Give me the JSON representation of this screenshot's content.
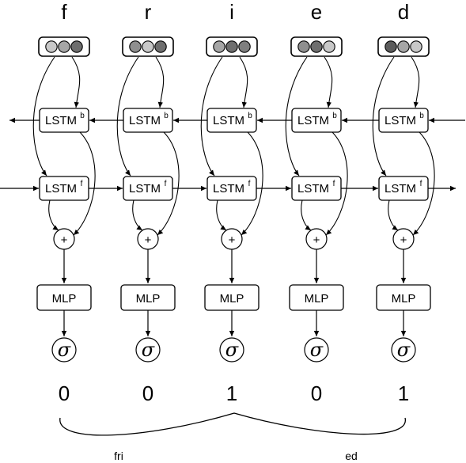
{
  "columns": [
    {
      "char": "f",
      "embedding": [
        "#c8c8c8",
        "#a6a6a6",
        "#6e6e6e"
      ],
      "output": "0"
    },
    {
      "char": "r",
      "embedding": [
        "#8f8f8f",
        "#c8c8c8",
        "#6e6e6e"
      ],
      "output": "0"
    },
    {
      "char": "i",
      "embedding": [
        "#a6a6a6",
        "#6e6e6e",
        "#7f7f7f"
      ],
      "output": "1"
    },
    {
      "char": "e",
      "embedding": [
        "#8f8f8f",
        "#6e6e6e",
        "#c8c8c8"
      ],
      "output": "0"
    },
    {
      "char": "d",
      "embedding": [
        "#5c5c5c",
        "#a6a6a6",
        "#c8c8c8"
      ],
      "output": "1"
    }
  ],
  "labels": {
    "lstm": "LSTM",
    "backward_sup": "b",
    "forward_sup": "f",
    "plus": "+",
    "mlp": "MLP",
    "sigma": "σ"
  },
  "segments": [
    "fri",
    "ed"
  ]
}
